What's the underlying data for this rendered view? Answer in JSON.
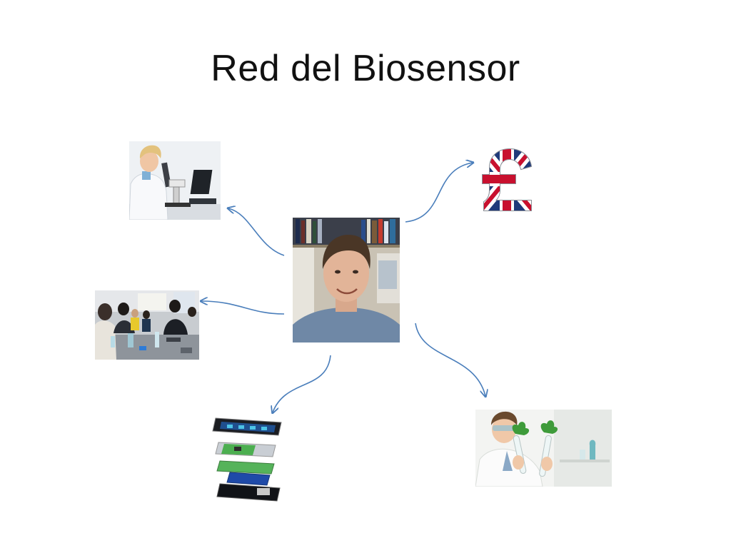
{
  "slide": {
    "title": "Red del Biosensor"
  },
  "colors": {
    "arrow": "#4a7ebb",
    "background": "#ffffff",
    "title": "#111111"
  },
  "images": [
    {
      "id": "center",
      "icon": "researcher-portrait-photo"
    },
    {
      "id": "top-left",
      "icon": "scientist-microscope-photo"
    },
    {
      "id": "top-right",
      "icon": "union-jack-pound-icon"
    },
    {
      "id": "mid-left",
      "icon": "students-lab-workshop-photo"
    },
    {
      "id": "bottom-left",
      "icon": "exploded-smartphone-photo"
    },
    {
      "id": "bottom-right",
      "icon": "scientist-plant-tubes-photo"
    }
  ]
}
